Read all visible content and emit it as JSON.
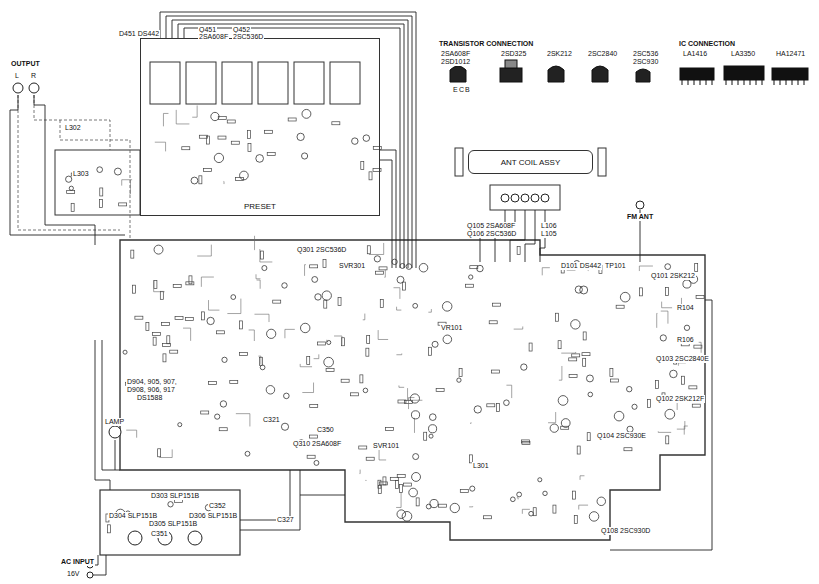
{
  "diagram": {
    "nodes": [
      {
        "text": [
          "ANT COIL ASSY"
        ]
      },
      {
        "text": [
          "PRESET"
        ]
      }
    ],
    "labels": [
      "OUTPUT",
      "L",
      "R",
      "TRANSISTOR CONNECTION",
      "2SA608F",
      "2SD1012",
      "2SD325",
      "2SK212",
      "2SC2840",
      "2SC536",
      "2SC930",
      "IC CONNECTION",
      "LA1416",
      "LA3350",
      "HA12471",
      "Q451",
      "2SA608F",
      "Q452",
      "2SC536D",
      "D451 DS442",
      "FM ANT",
      "AC INPUT",
      "16V",
      "LAMP",
      "D303 SLP151B",
      "D304 SLP151B",
      "D305 SLP151B",
      "D306 SLP151B",
      "Q301 2SC536D",
      "Q105 2SA608F",
      "Q106 2SC536D",
      "L106",
      "L105",
      "D101 DS442",
      "Q101 2SK212",
      "Q103 2SC2840E",
      "Q102 2SK212F",
      "Q104 2SC930E",
      "Q108 2SC930D",
      "Q310 2SA608F",
      "C350",
      "C351",
      "C352",
      "L301",
      "L302",
      "L303",
      "SVR301",
      "SVR101",
      "VR101",
      "R104",
      "R106",
      "TP101",
      "D904, 905, 907,",
      "D908, 906, 917",
      "DS1588",
      "C321",
      "C327",
      "E",
      "C",
      "B"
    ]
  }
}
